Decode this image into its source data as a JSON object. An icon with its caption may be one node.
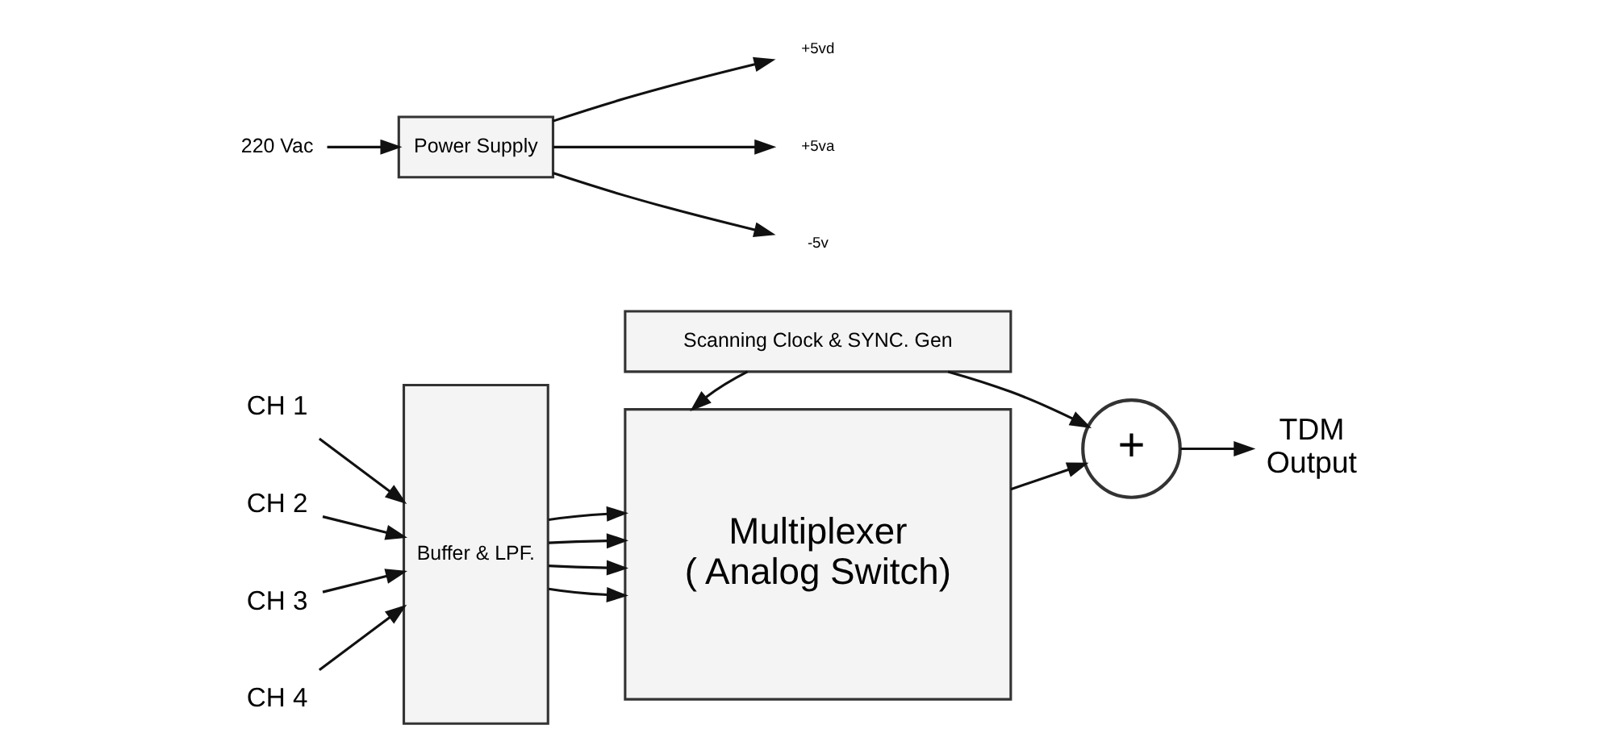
{
  "diagram": {
    "nodes": [
      {
        "text": [
          "CH 1"
        ]
      },
      {
        "text": [
          "CH 2"
        ]
      },
      {
        "text": [
          "CH 3"
        ]
      },
      {
        "text": [
          "CH 4"
        ]
      },
      {
        "text": [
          "Buffer & LPF."
        ]
      },
      {
        "text": [
          "Multiplexer",
          "( Analog Switch)"
        ]
      },
      {
        "text": [
          "+"
        ]
      },
      {
        "text": [
          "TDM",
          "Output"
        ]
      },
      {
        "text": [
          "220 Vac"
        ]
      },
      {
        "text": [
          "Power Supply"
        ]
      },
      {
        "text": [
          "Scanning Clock & SYNC. Gen"
        ]
      },
      {
        "text": [
          "+5vd"
        ]
      },
      {
        "text": [
          "+5va"
        ]
      },
      {
        "text": [
          "-5v"
        ]
      }
    ],
    "edges": [
      {
        "from": 0,
        "to": 4,
        "arrow": "to"
      },
      {
        "from": 1,
        "to": 4,
        "arrow": "to"
      },
      {
        "from": 2,
        "to": 4,
        "arrow": "to"
      },
      {
        "from": 3,
        "to": 4,
        "arrow": "to"
      },
      {
        "from": 4,
        "to": 5,
        "arrow": "to"
      },
      {
        "from": 4,
        "to": 5,
        "arrow": "to"
      },
      {
        "from": 4,
        "to": 5,
        "arrow": "to"
      },
      {
        "from": 4,
        "to": 5,
        "arrow": "to"
      },
      {
        "from": 5,
        "to": 6,
        "arrow": "to"
      },
      {
        "from": 10,
        "to": 5,
        "arrow": "to"
      },
      {
        "from": 10,
        "to": 6,
        "arrow": "to"
      },
      {
        "from": 6,
        "to": 7,
        "arrow": "to"
      },
      {
        "from": 8,
        "to": 9,
        "arrow": "to"
      },
      {
        "from": 9,
        "to": 11,
        "arrow": "to"
      },
      {
        "from": 9,
        "to": 12,
        "arrow": "to"
      },
      {
        "from": 9,
        "to": 13,
        "arrow": "to"
      }
    ]
  }
}
